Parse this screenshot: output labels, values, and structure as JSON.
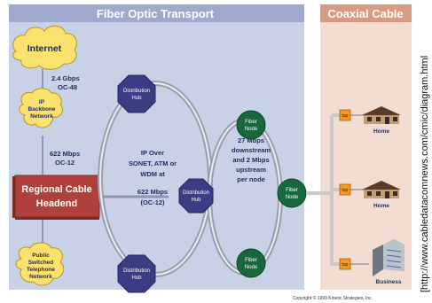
{
  "headers": {
    "fiber": "Fiber Optic Transport",
    "coax": "Coaxial Cable"
  },
  "clouds": {
    "internet": "Internet",
    "backbone": [
      "IP",
      "Backbone",
      "Network"
    ],
    "pstn": [
      "Public",
      "Switched",
      "Telephone",
      "Network"
    ]
  },
  "links": {
    "internet_backbone": [
      "2.4 Gbps",
      "OC-48"
    ],
    "backbone_headend": [
      "622 Mbps",
      "OC-12"
    ]
  },
  "headend": [
    "Regional Cable",
    "Headend"
  ],
  "hubs": {
    "top": [
      "Distribution",
      "Hub"
    ],
    "mid": [
      "Distribution",
      "Hub"
    ],
    "bottom": [
      "Distribution",
      "Hub"
    ]
  },
  "ring_label": [
    "IP Over",
    "SONET, ATM or",
    "WDM at",
    "",
    "622 Mbps",
    "(OC-12)"
  ],
  "fiber_nodes": {
    "top": [
      "Fiber",
      "Node"
    ],
    "mid": [
      "Fiber",
      "Node"
    ],
    "bottom": [
      "Fiber",
      "Node"
    ]
  },
  "node_ring_label": [
    "27 Mbps",
    "downstream",
    "and 2 Mbps",
    "upstream",
    "per node"
  ],
  "taps": [
    "tap",
    "tap",
    "tap"
  ],
  "buildings": [
    "Home",
    "Home",
    "Business"
  ],
  "copyright": "Copyright © 1999 Kinetic Strategies, Inc.",
  "side_url": "[http://www.cabledatacomnews.com/cmic/diagram.html"
}
